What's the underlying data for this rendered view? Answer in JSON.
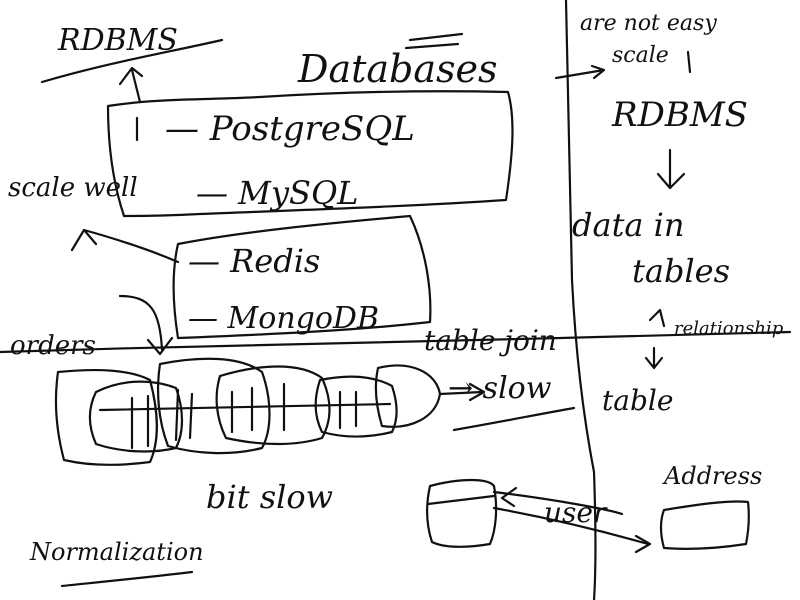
{
  "labels": {
    "rdbms_top_left": "RDBMS",
    "databases_title": "Databases",
    "postgresql": "— PostgreSQL",
    "mysql": "— MySQL",
    "redis": "— Redis",
    "mongodb": "— MongoDB",
    "scale_well": "scale well",
    "orders": "orders",
    "table_join": "table join",
    "slow": "→ slow",
    "bit_slow": "bit slow",
    "normalization": "Normalization",
    "are_not_easy": "are not easy",
    "to_scale": "scale",
    "rdbms_right": "RDBMS",
    "data_in": "data in",
    "tables": "tables",
    "relationship": "relationship",
    "table": "table",
    "user": "user",
    "address": "Address"
  }
}
